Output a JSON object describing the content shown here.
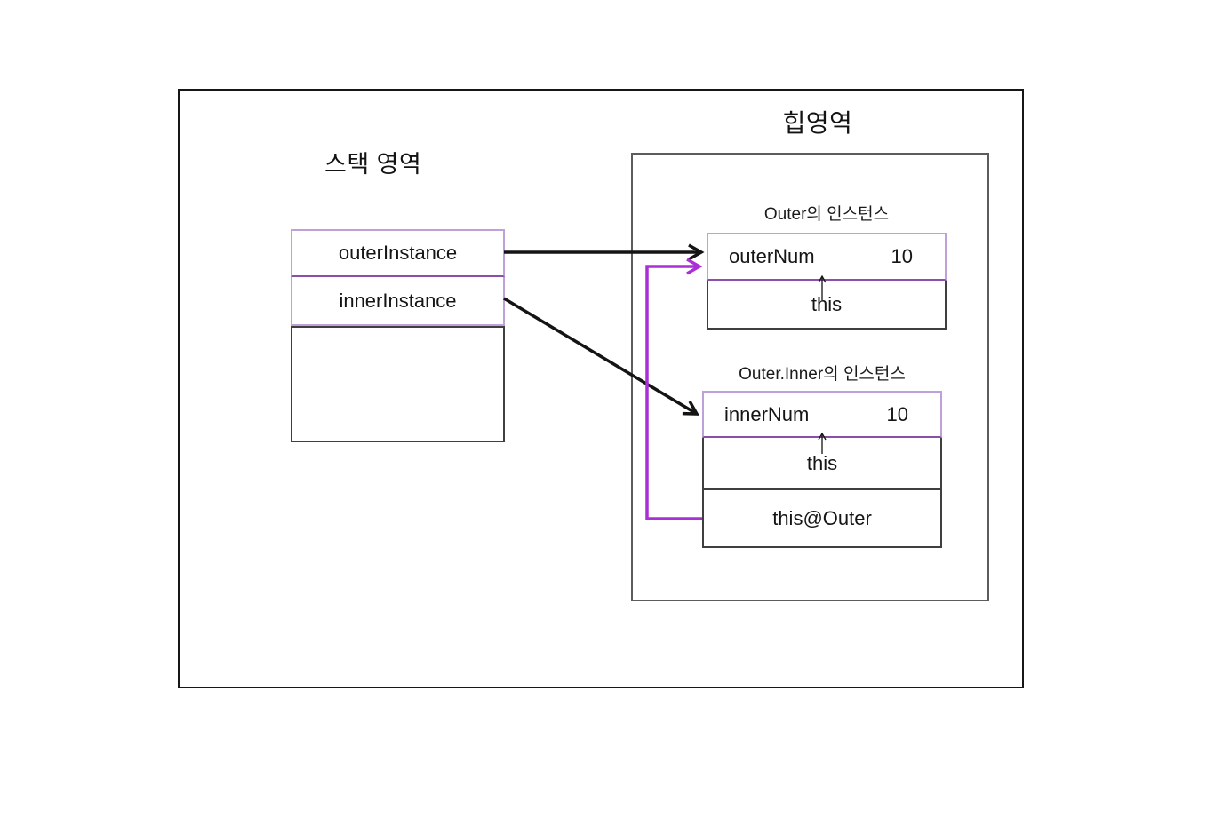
{
  "stack": {
    "title": "스택 영역",
    "slots": [
      {
        "label": "outerInstance"
      },
      {
        "label": "innerInstance"
      }
    ]
  },
  "heap": {
    "title": "힙영역",
    "outer": {
      "caption": "Outer의 인스턴스",
      "field": "outerNum",
      "value": "10",
      "this_label": "this"
    },
    "inner": {
      "caption": "Outer.Inner의 인스턴스",
      "field": "innerNum",
      "value": "10",
      "this_label": "this",
      "outer_ref_label": "this@Outer"
    }
  },
  "colors": {
    "row_border": "#bfa0d8",
    "row_divider": "#8a4fa8",
    "ref_arrow": "#aa30d6",
    "arrow_black": "#141414",
    "heap_border": "#5c5c5c",
    "dark_border": "#3f3f3f"
  }
}
